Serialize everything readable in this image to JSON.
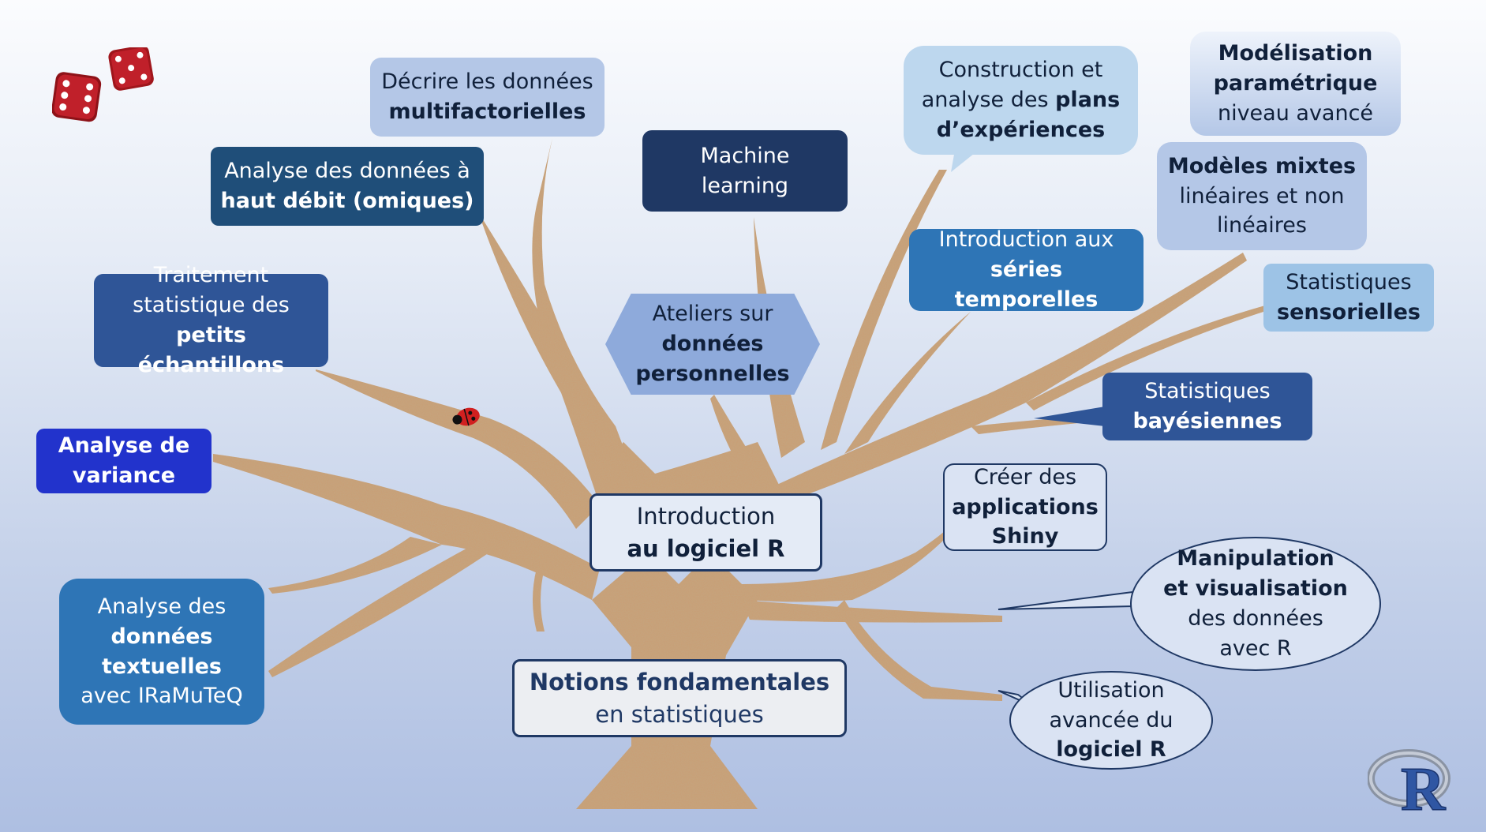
{
  "dice_icon": "dice-icon",
  "r_logo_icon": "r-logo-icon",
  "ladybug_icon": "ladybug-icon",
  "nodes": {
    "multifactorielles": {
      "line1": "Décrire les données",
      "line2": "multifactorielles"
    },
    "omiques": {
      "line1": "Analyse des données à",
      "line2": "haut débit (omiques)"
    },
    "machine_learning": {
      "line1": "Machine",
      "line2": "learning"
    },
    "plans_experiences": {
      "line1": "Construction et",
      "line2a": "analyse des ",
      "line2b": "plans",
      "line3": "d’expériences"
    },
    "parametrique": {
      "line1": "Modélisation",
      "line2": "paramétrique",
      "line3": "niveau avancé"
    },
    "modeles_mixtes": {
      "line1": "Modèles mixtes",
      "line2": "linéaires et non",
      "line3": "linéaires"
    },
    "series_temporelles": {
      "line1": "Introduction aux",
      "line2": "séries temporelles"
    },
    "sensorielles": {
      "line1": "Statistiques",
      "line2": "sensorielles"
    },
    "petits_echantillons": {
      "line1": "Traitement",
      "line2": "statistique des",
      "line3": "petits échantillons"
    },
    "donnees_personnelles": {
      "line1": "Ateliers sur",
      "line2": "données",
      "line3": "personnelles"
    },
    "bayesiennes": {
      "line1": "Statistiques",
      "line2": "bayésiennes"
    },
    "variance": {
      "line1": "Analyse de",
      "line2": "variance"
    },
    "shiny": {
      "line1": "Créer des",
      "line2": "applications",
      "line3": "Shiny"
    },
    "intro_r": {
      "line1": "Introduction",
      "line2": "au logiciel R"
    },
    "manipulation": {
      "line1": "Manipulation",
      "line2": "et visualisation",
      "line3": "des données",
      "line4": "avec R"
    },
    "textuelles": {
      "line1": "Analyse des",
      "line2": "données",
      "line3": "textuelles",
      "line4": "avec IRaMuTeQ"
    },
    "notions": {
      "line1": "Notions fondamentales",
      "line2": "en statistiques"
    },
    "utilisation_avancee": {
      "line1": "Utilisation",
      "line2": "avancée du",
      "line3": "logiciel R"
    }
  },
  "colors": {
    "trunk": "#c29a70",
    "dark_navy": "#1f3864",
    "navy": "#2f5597",
    "blue": "#2e75b6",
    "royal": "#2233cc",
    "light_blue": "#bdd7ee",
    "lavender": "#b4c7e7",
    "pale": "#dae3f3"
  }
}
